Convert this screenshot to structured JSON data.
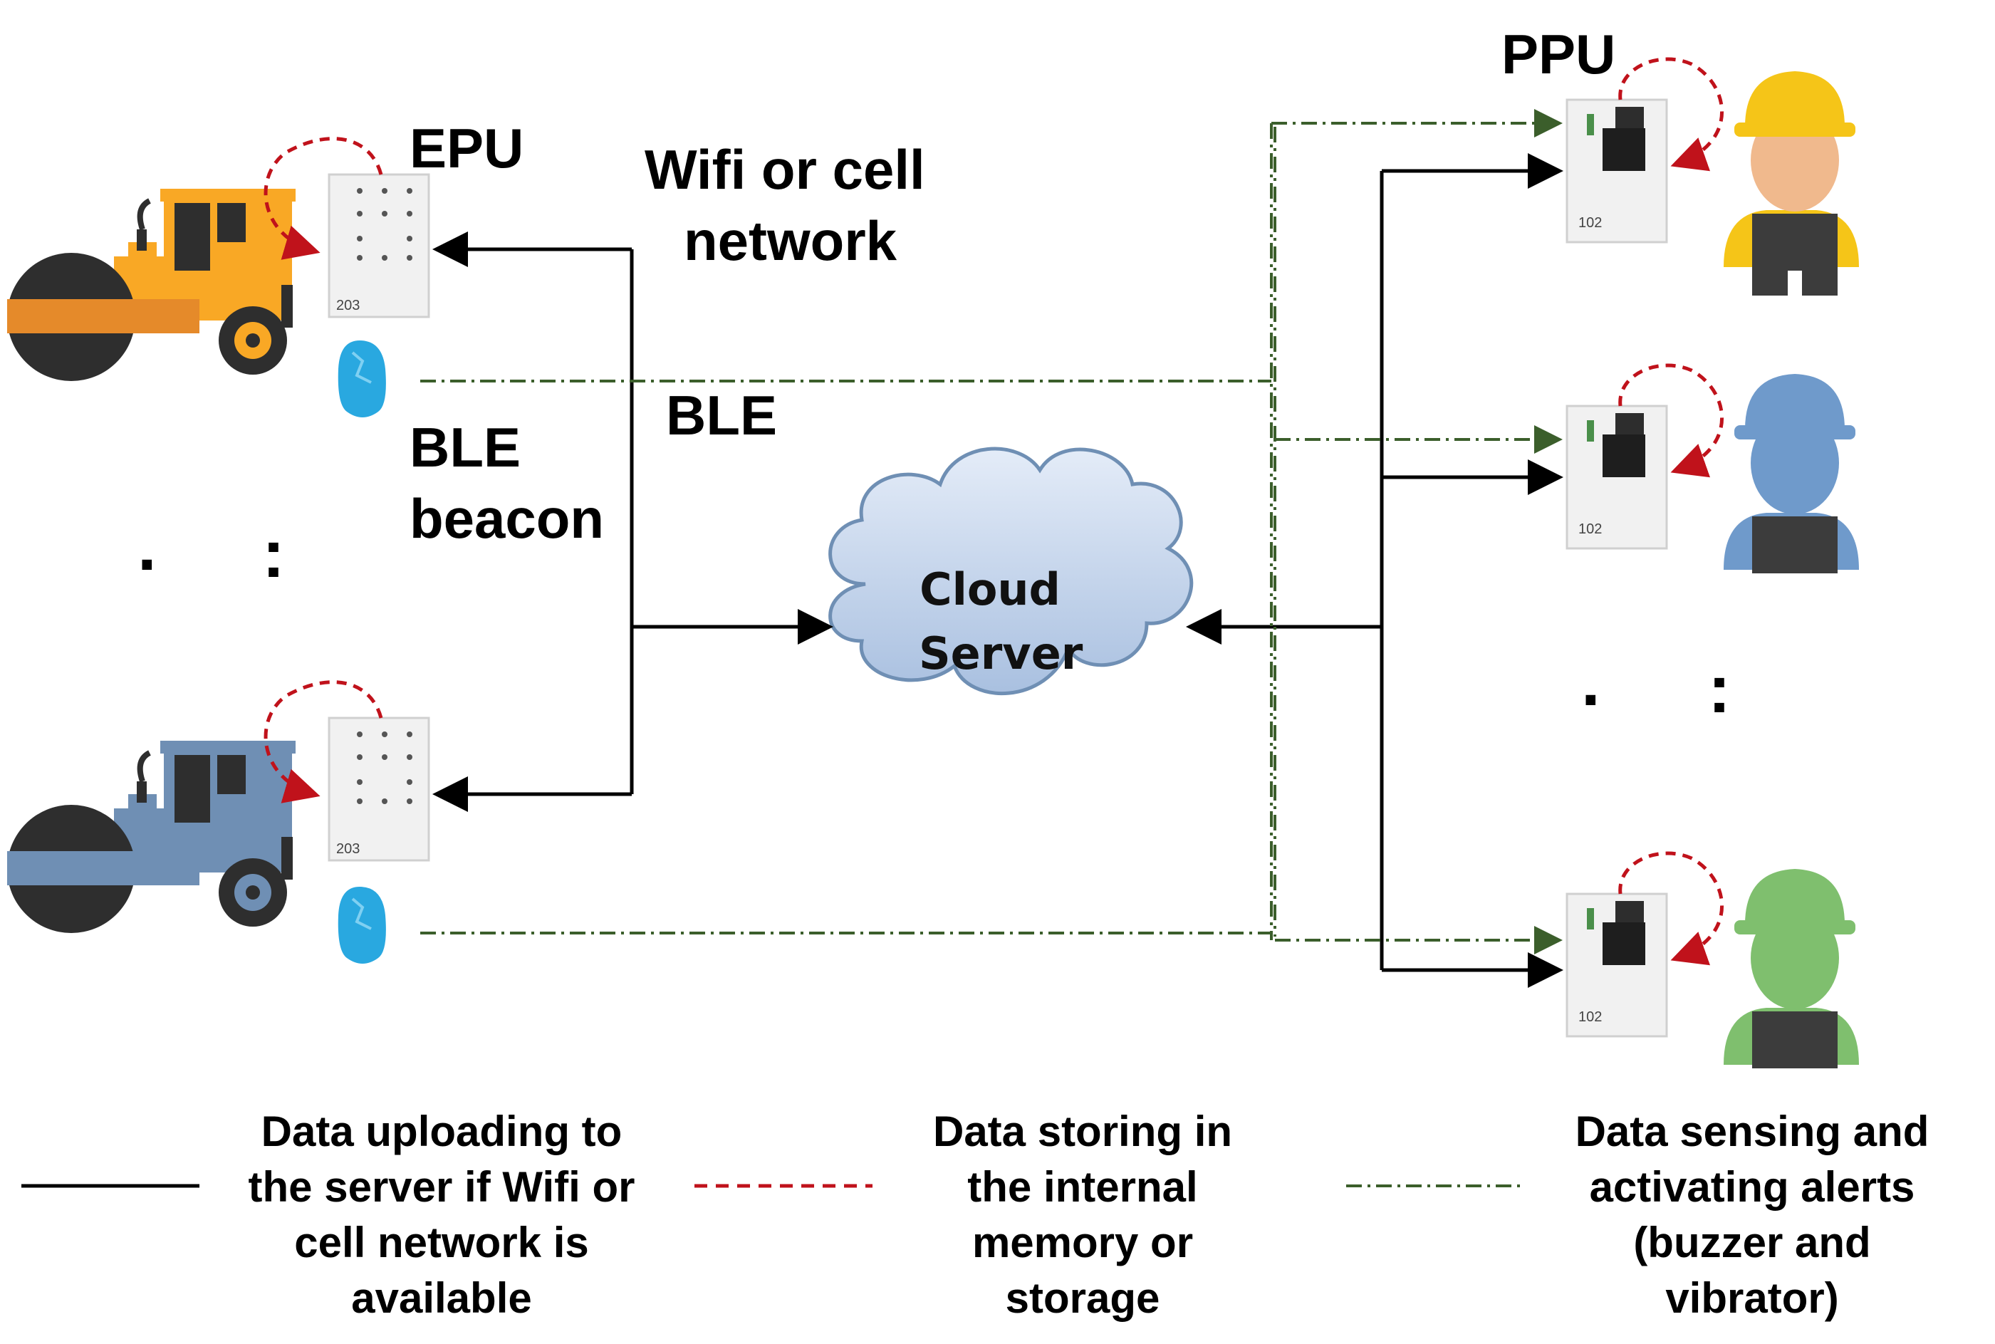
{
  "labels": {
    "epu": "EPU",
    "ppu": "PPU",
    "wifi_line1": "Wifi or cell",
    "wifi_line2": "network",
    "ble": "BLE",
    "ble_beacon_line1": "BLE",
    "ble_beacon_line2": "beacon",
    "cloud_line1": "Cloud",
    "cloud_line2": "Server",
    "device_id_equipment": "203",
    "device_id_personal": "102",
    "ellipsis_dot": ".",
    "ellipsis_colon": ":"
  },
  "legend": [
    {
      "style": "solid",
      "lines": [
        "Data uploading to",
        "the server if Wifi or",
        "cell network is",
        "available"
      ]
    },
    {
      "style": "dashed",
      "lines": [
        "Data storing in",
        "the internal",
        "memory or",
        "storage"
      ]
    },
    {
      "style": "dashdot",
      "lines": [
        "Data sensing and",
        "activating alerts",
        "(buzzer and",
        "vibrator)"
      ]
    }
  ],
  "equipment": [
    {
      "name": "equipment-roller-1",
      "body_color": "#f9a825",
      "roller_color": "#e58a2a"
    },
    {
      "name": "equipment-roller-2",
      "body_color": "#6f8fb4",
      "roller_color": "#6f8fb4"
    }
  ],
  "workers": [
    {
      "name": "worker-1",
      "helmet_color": "#f5c518",
      "shirt_color": "#f5c518",
      "skin_color": "#f0b98d"
    },
    {
      "name": "worker-2",
      "helmet_color": "#6f9acb",
      "shirt_color": "#6f9acb",
      "skin_color": "#6f9acb"
    },
    {
      "name": "worker-3",
      "helmet_color": "#7fbf6e",
      "shirt_color": "#7fbf6e",
      "skin_color": "#7fbf6e"
    }
  ],
  "colors": {
    "solid": "#000000",
    "dashed": "#c0121b",
    "dashdot": "#3b5e2b",
    "beacon": "#29a8e0",
    "cloud_fill": "#c9d8ee",
    "cloud_stroke": "#6f8fb4",
    "device_fill": "#f1f1f1"
  }
}
